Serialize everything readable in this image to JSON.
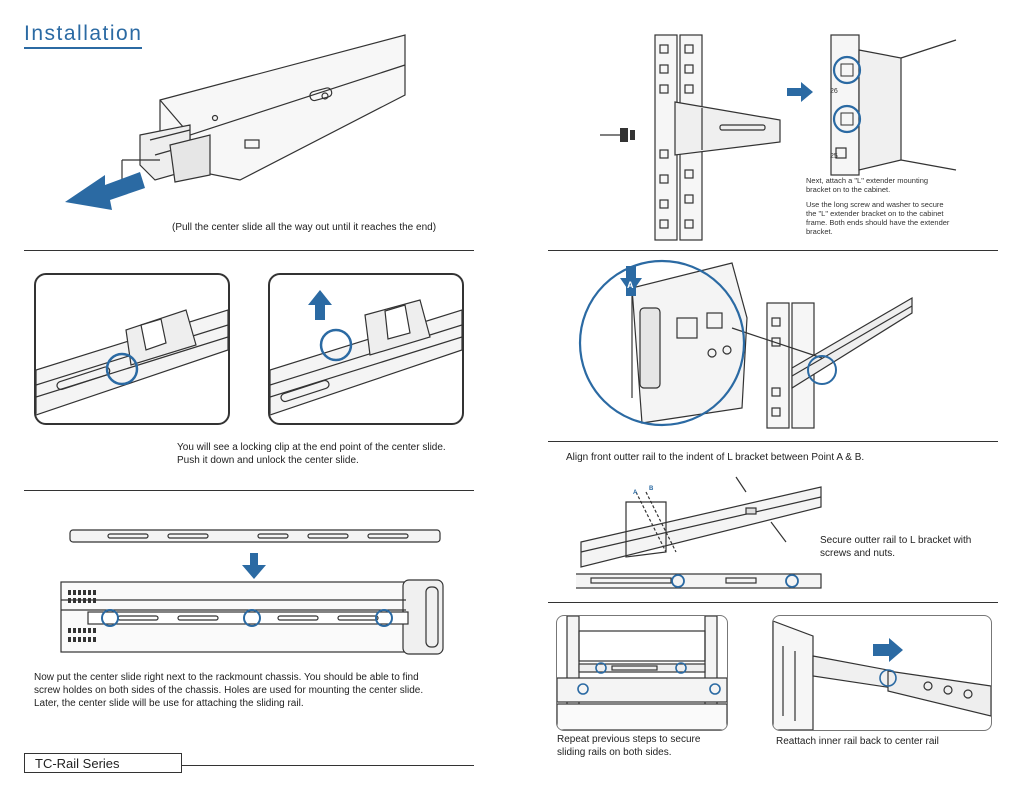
{
  "page_title": "Installation",
  "footer_series": "TC-Rail Series",
  "steps": {
    "pull_center": "(Pull the center slide all the way out until it reaches the end)",
    "locking_clip_line1": "You will see a locking clip at the end point of the center slide.",
    "locking_clip_line2": "Push it down and unlock the center slide.",
    "chassis_line1": "Now put the center slide right next to the rackmount chassis. You should be able to find",
    "chassis_line2": "screw holdes on both sides of  the chassis.  Holes are used for mounting the center slide.",
    "chassis_line3": "Later, the center slide will be use for attaching the sliding rail.",
    "l_bracket_line1": "Next, attach a \"L\" extender mounting",
    "l_bracket_line2": "bracket on to the cabinet.",
    "l_bracket_line3": "Use the long screw and washer to secure",
    "l_bracket_line4": "the \"L\" extender bracket on to the cabinet",
    "l_bracket_line5": "frame. Both ends should have the extender",
    "l_bracket_line6": "bracket.",
    "align": "Align front outter rail to the indent of L bracket between Point A & B.",
    "secure_line1": "Secure outter rail to L bracket with",
    "secure_line2": "screws and nuts.",
    "repeat_line1": "Repeat previous steps to secure",
    "repeat_line2": "sliding rails on both sides.",
    "reattach": "Reattach inner rail back to center rail"
  },
  "figure_labels": {
    "point_a": "A",
    "point_b": "B",
    "point_a_small": "A",
    "rack_number_top": "26",
    "rack_number_bottom": "25"
  },
  "colors": {
    "accent_blue": "#2b6aa3",
    "line": "#333333"
  }
}
